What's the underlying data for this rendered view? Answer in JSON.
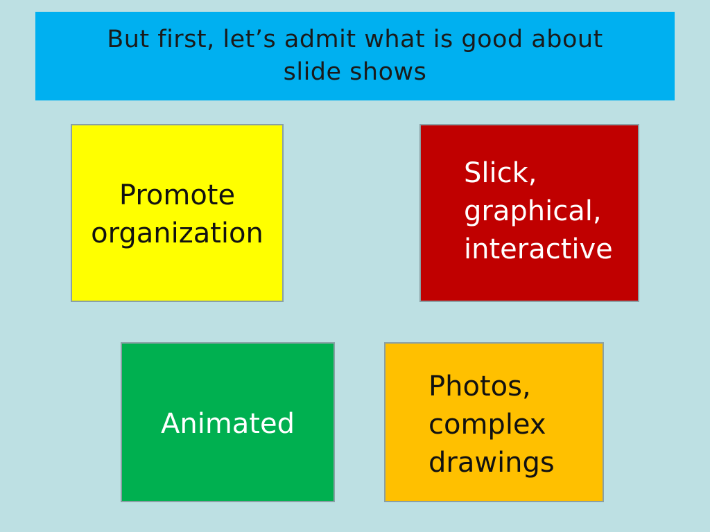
{
  "slide": {
    "title": "But first, let’s admit what is good about\nslide shows",
    "boxes": [
      {
        "label": "Promote\norganization",
        "color": "#ffff00"
      },
      {
        "label": "Slick,\ngraphical,\ninteractive",
        "color": "#c00000"
      },
      {
        "label": "Animated",
        "color": "#00b050"
      },
      {
        "label": "Photos,\ncomplex\ndrawings",
        "color": "#ffc000"
      }
    ]
  },
  "colors": {
    "background": "#bde0e3",
    "title_bar": "#00b0f0"
  }
}
